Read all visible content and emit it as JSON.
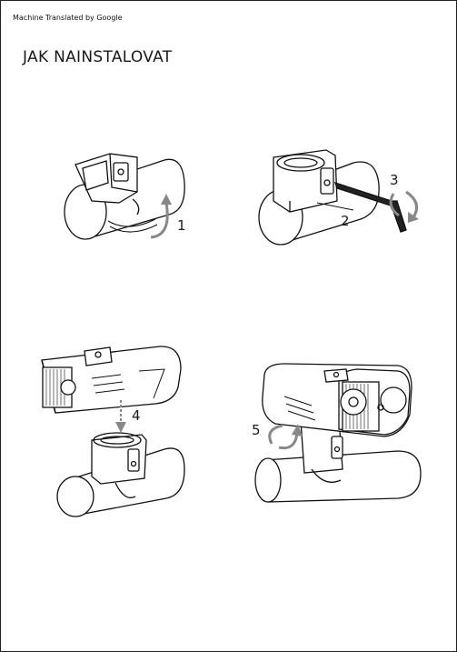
{
  "header": {
    "machine_translated": "Machine Translated by Google"
  },
  "page": {
    "title": "JAK NAINSTALOVAT"
  },
  "steps": {
    "s1": "1",
    "s2": "2",
    "s3": "3",
    "s4": "4",
    "s5": "5"
  }
}
